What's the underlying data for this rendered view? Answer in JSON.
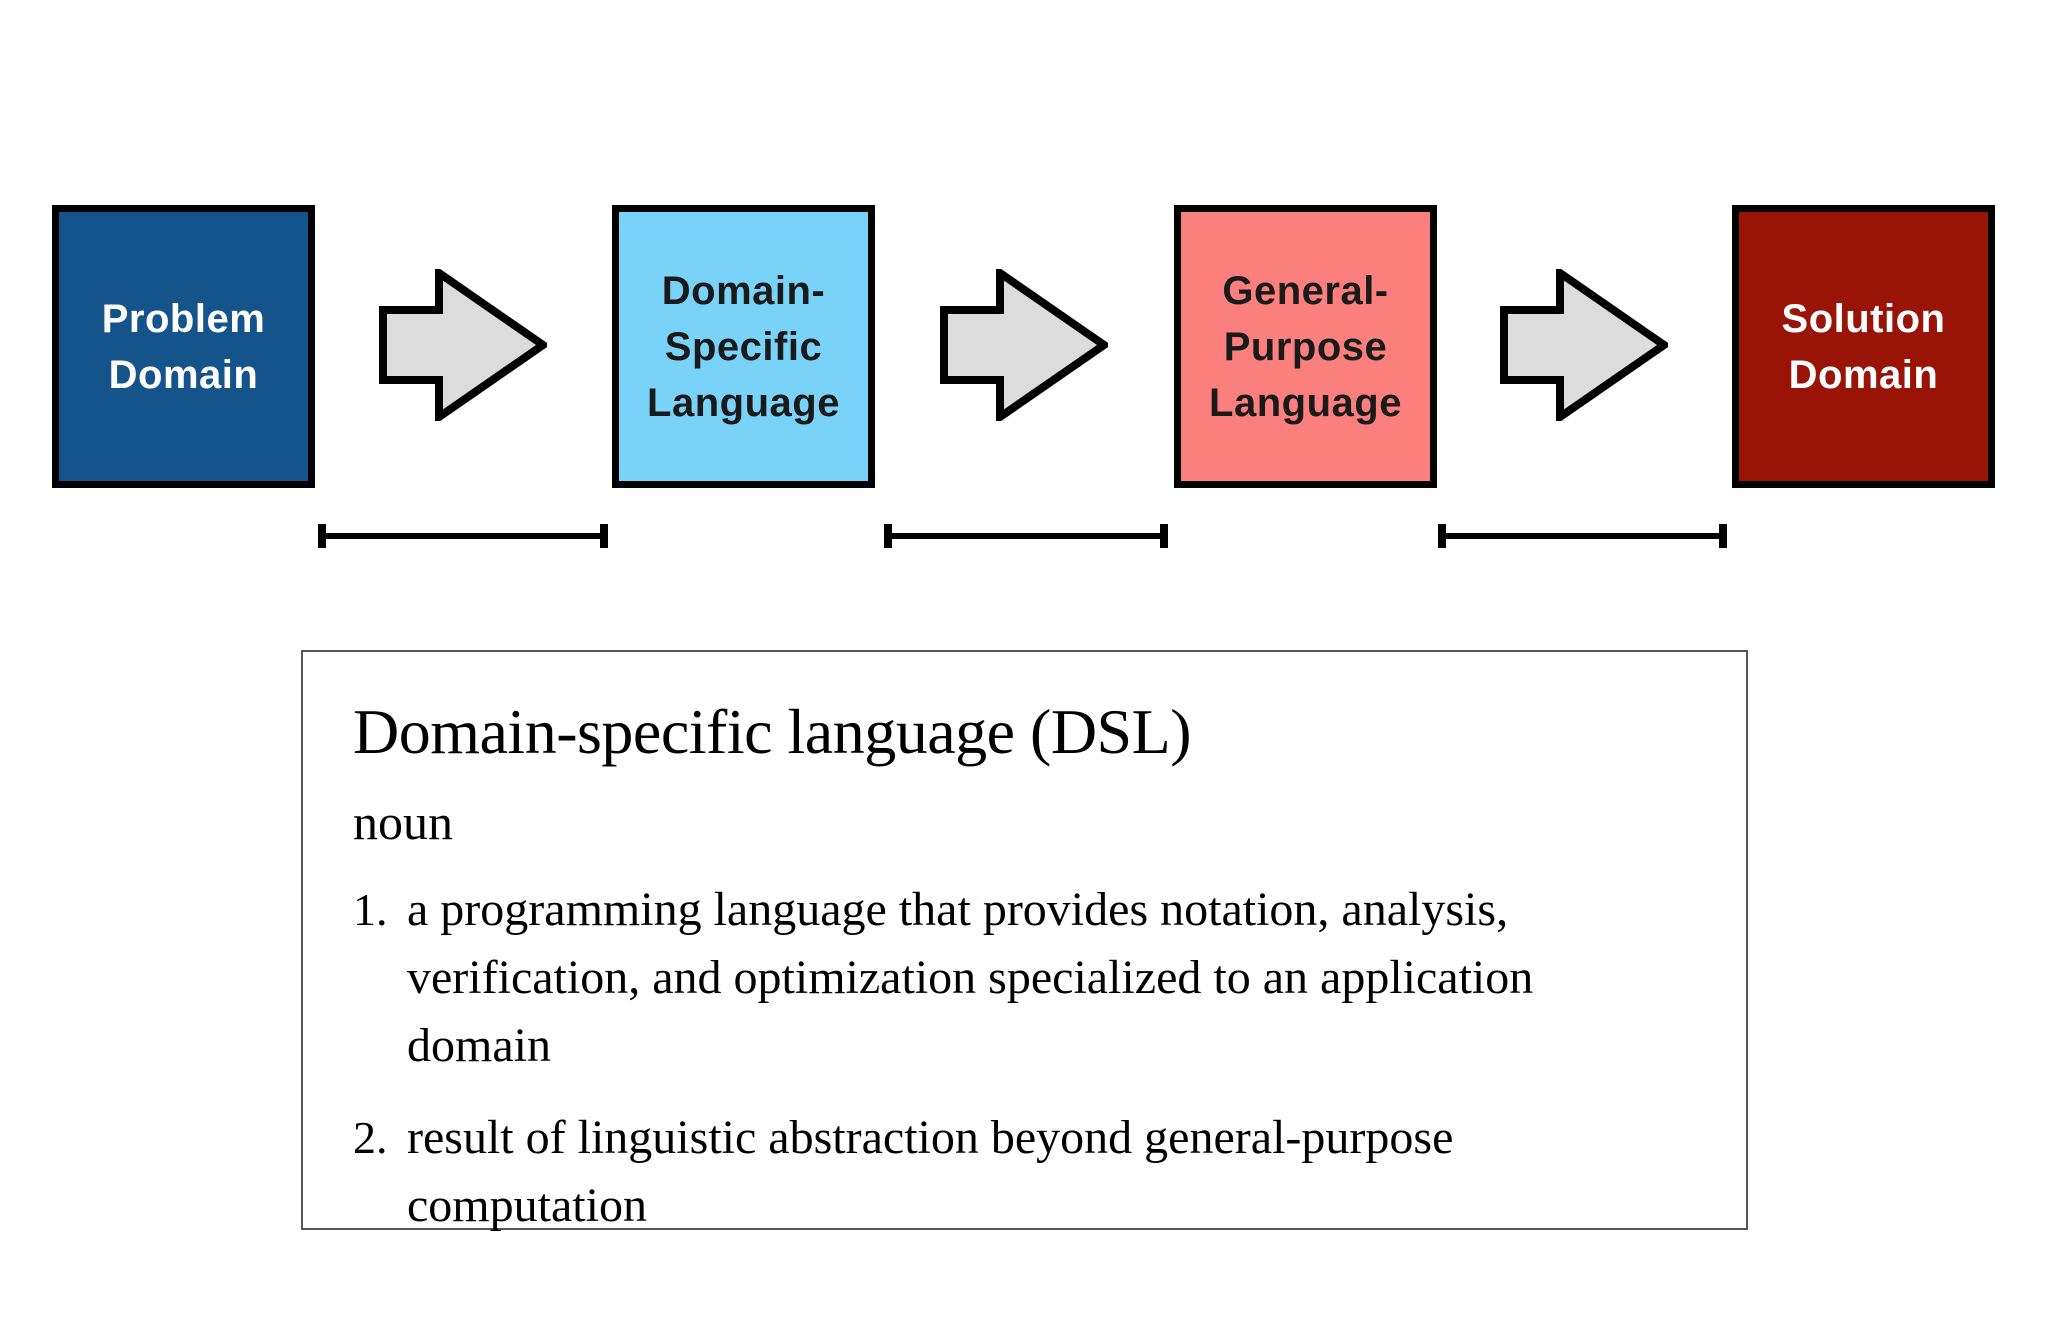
{
  "pipeline": {
    "boxes": [
      {
        "id": "problem-domain",
        "label": "Problem\nDomain",
        "bg": "#15548a",
        "text_color": "#ffffff"
      },
      {
        "id": "domain-specific-language",
        "label": "Domain-\nSpecific\nLanguage",
        "bg": "#79d2f8",
        "text_color": "#1a1a1a"
      },
      {
        "id": "general-purpose-language",
        "label": "General-\nPurpose\nLanguage",
        "bg": "#fb807d",
        "text_color": "#1a1a1a"
      },
      {
        "id": "solution-domain",
        "label": "Solution\nDomain",
        "bg": "#991407",
        "text_color": "#ffffff"
      }
    ],
    "arrow": {
      "direction": "right",
      "fill": "#dcdcdc",
      "stroke": "#000000"
    },
    "span_line_color": "#000000"
  },
  "definition_card": {
    "term": "Domain-specific language (DSL)",
    "part_of_speech": "noun",
    "senses": [
      {
        "number": "1.",
        "text": "a programming language that provides notation, analysis,\nverification, and optimization specialized to an application\ndomain"
      },
      {
        "number": "2.",
        "text": "result of linguistic abstraction beyond general-purpose\ncomputation"
      }
    ]
  }
}
